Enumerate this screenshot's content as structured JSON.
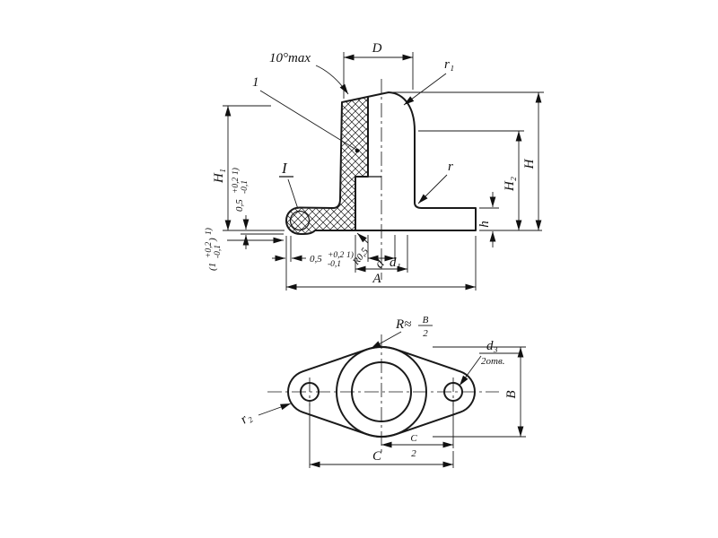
{
  "meta": {
    "background": "#ffffff",
    "ink": "#1a1a1a"
  },
  "section": {
    "angle": "10°max",
    "D": "D",
    "r1": "r₁",
    "callout": "1",
    "H1": "H₁",
    "detail": "I",
    "r": "r",
    "H2": "H₂",
    "H": "H",
    "h": "h",
    "R05": "R0,5",
    "d": "d",
    "d1": "d₁",
    "A": "A",
    "tol_left": {
      "base": "0,5",
      "sup": "+0,2",
      "sub": "-0,1",
      "fn": "1)"
    },
    "tol_bottom": {
      "base": "0,5",
      "sup": "+0,2",
      "sub": "-0,1",
      "fn": "1)"
    },
    "tol_paren": {
      "open": "(1",
      "sup": "+0,2",
      "sub": "-0,1",
      "close": ")",
      "fn": "1)"
    }
  },
  "plan": {
    "R_eq": {
      "prefix": "R≈",
      "num": "B",
      "den": "2"
    },
    "d3": {
      "num": "d₃",
      "den": "2отв."
    },
    "B": "B",
    "r2": "r₂",
    "C_half": {
      "num": "C",
      "den": "2"
    },
    "C": "C"
  }
}
